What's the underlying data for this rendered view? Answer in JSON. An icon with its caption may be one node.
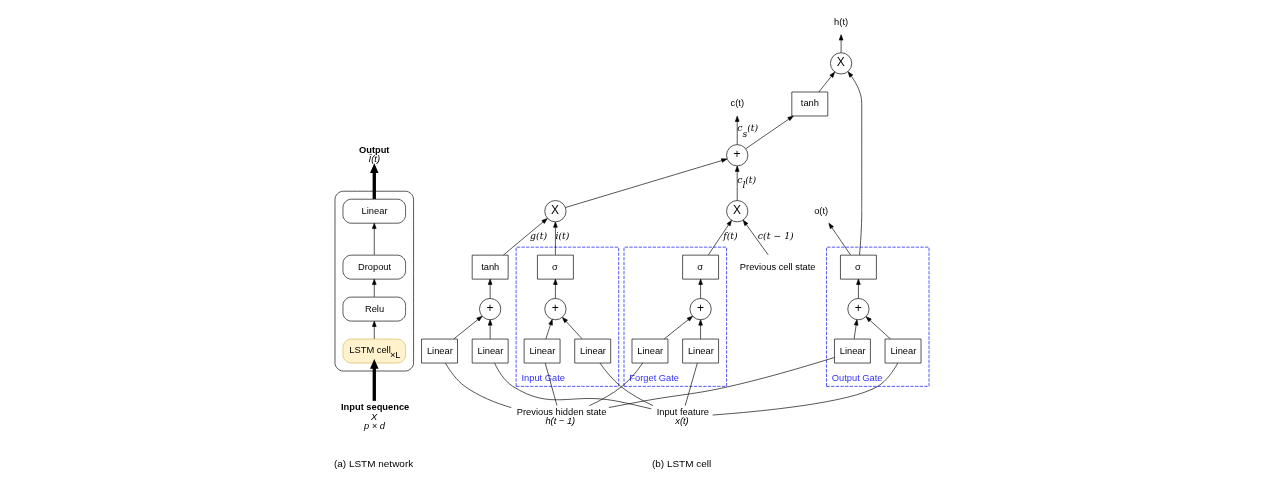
{
  "diagram": {
    "nodes": [
      {
        "text": [],
        "shape": "box"
      },
      {
        "text": [
          "Linear"
        ],
        "in": 0
      },
      {
        "text": [
          "Dropout"
        ],
        "in": 0
      },
      {
        "text": [
          "Relu"
        ],
        "in": 0
      },
      {
        "text": [
          "LSTM cell$_{×L}$"
        ],
        "in": 0
      },
      {
        "text": [
          "Output"
        ],
        "beside": [
          "Î(t)"
        ]
      },
      {
        "text": [
          "Input sequence"
        ],
        "beside": [
          "X",
          "p × d"
        ]
      },
      {
        "text": [
          "Previous cell state"
        ]
      },
      {
        "text": [
          "X"
        ]
      },
      {
        "text": [
          "+"
        ]
      },
      {
        "text": [
          "c(t)"
        ]
      },
      {
        "text": [
          "tanh"
        ]
      },
      {
        "text": [
          "X"
        ]
      },
      {
        "text": [
          "h(t)"
        ]
      },
      {
        "text": [
          "X"
        ]
      },
      {
        "text": [
          "o(t)"
        ]
      },
      {
        "text": [
          "Previous hidden state"
        ],
        "beside": [
          "h(t − 1)"
        ]
      },
      {
        "text": [
          "Input feature"
        ],
        "beside": [
          "x(t)"
        ]
      },
      {
        "text": [
          "Forget Gate"
        ]
      },
      {
        "text": [
          "Linear"
        ],
        "in": 18
      },
      {
        "text": [
          "+"
        ],
        "in": 18
      },
      {
        "text": [
          "Linear"
        ],
        "in": 18
      },
      {
        "text": [
          "σ"
        ],
        "in": 18
      },
      {
        "text": [
          "Input Gate"
        ]
      },
      {
        "text": [
          "Linear"
        ],
        "in": 23
      },
      {
        "text": [
          "+"
        ],
        "in": 23
      },
      {
        "text": [
          "σ"
        ],
        "in": 23
      },
      {
        "text": [
          "Linear"
        ],
        "in": 23
      },
      {
        "text": [
          "Linear"
        ]
      },
      {
        "text": [
          "+"
        ]
      },
      {
        "text": [
          "tanh"
        ]
      },
      {
        "text": [
          "Linear"
        ]
      },
      {
        "text": [
          "Output Gate"
        ]
      },
      {
        "text": [
          "Linear"
        ],
        "in": 32
      },
      {
        "text": [
          "+"
        ],
        "in": 32
      },
      {
        "text": [
          "σ"
        ],
        "in": 32
      },
      {
        "text": [
          "Linear"
        ],
        "in": 32
      }
    ],
    "edges": [
      {
        "from": 6,
        "to": 4,
        "arrow": "to",
        "style": "thick"
      },
      {
        "from": 4,
        "to": 3,
        "arrow": "to"
      },
      {
        "from": 3,
        "to": 2,
        "arrow": "to"
      },
      {
        "from": 2,
        "to": 1,
        "arrow": "to"
      },
      {
        "from": 1,
        "to": 5,
        "arrow": "to",
        "style": "thick"
      },
      {
        "from": 7,
        "to": 8,
        "arrow": "to",
        "label": "c(t − 1)"
      },
      {
        "from": 22,
        "to": 8,
        "arrow": "to",
        "label": "f(t)"
      },
      {
        "from": 8,
        "to": 9,
        "arrow": "to",
        "label": "c$_{l}$(t)"
      },
      {
        "from": 14,
        "to": 9,
        "arrow": "to"
      },
      {
        "from": 26,
        "to": 14,
        "arrow": "to",
        "label": "i(t)"
      },
      {
        "from": 30,
        "to": 14,
        "arrow": "to",
        "label": "g(t)"
      },
      {
        "from": 9,
        "to": 10,
        "arrow": "to",
        "label": "c$_{s}$(t)"
      },
      {
        "from": 9,
        "to": 11,
        "arrow": "to"
      },
      {
        "from": 11,
        "to": 12,
        "arrow": "to"
      },
      {
        "from": 12,
        "to": 13,
        "arrow": "to"
      },
      {
        "from": 35,
        "to": 12,
        "arrow": "to"
      },
      {
        "from": 35,
        "to": 15,
        "arrow": "to"
      },
      {
        "from": 16,
        "to": 19,
        "arrow": "none"
      },
      {
        "from": 16,
        "to": 24,
        "arrow": "none"
      },
      {
        "from": 16,
        "to": 28,
        "arrow": "none"
      },
      {
        "from": 16,
        "to": 33,
        "arrow": "none"
      },
      {
        "from": 17,
        "to": 21,
        "arrow": "none"
      },
      {
        "from": 17,
        "to": 27,
        "arrow": "none"
      },
      {
        "from": 17,
        "to": 31,
        "arrow": "none"
      },
      {
        "from": 17,
        "to": 36,
        "arrow": "none"
      },
      {
        "from": 19,
        "to": 20,
        "arrow": "to"
      },
      {
        "from": 21,
        "to": 20,
        "arrow": "to"
      },
      {
        "from": 20,
        "to": 22,
        "arrow": "to"
      },
      {
        "from": 24,
        "to": 25,
        "arrow": "to"
      },
      {
        "from": 27,
        "to": 25,
        "arrow": "to"
      },
      {
        "from": 25,
        "to": 26,
        "arrow": "to"
      },
      {
        "from": 28,
        "to": 29,
        "arrow": "to"
      },
      {
        "from": 31,
        "to": 29,
        "arrow": "to"
      },
      {
        "from": 29,
        "to": 30,
        "arrow": "to"
      },
      {
        "from": 33,
        "to": 34,
        "arrow": "to"
      },
      {
        "from": 36,
        "to": 34,
        "arrow": "to"
      },
      {
        "from": 34,
        "to": 35,
        "arrow": "to"
      }
    ],
    "labels": [
      "(a) LSTM network",
      "(b) LSTM cell"
    ]
  }
}
